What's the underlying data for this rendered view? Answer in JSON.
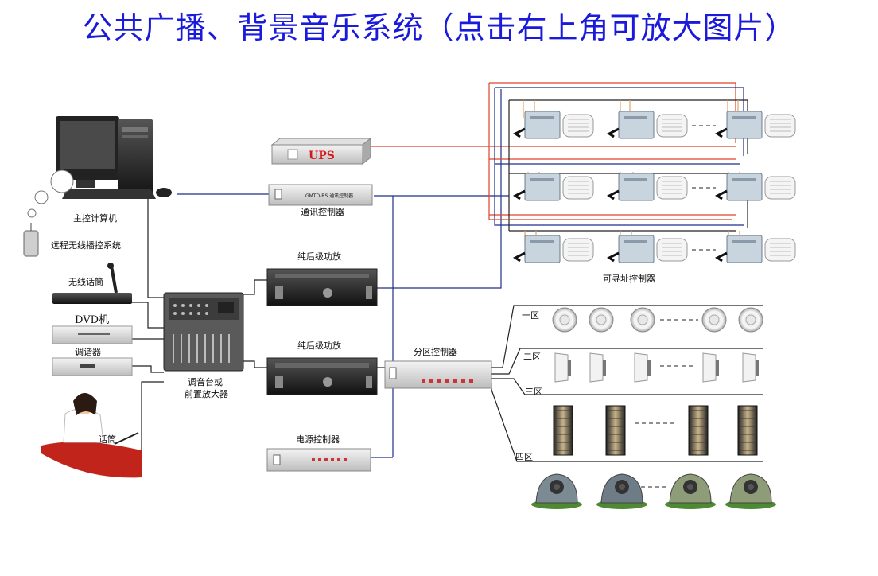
{
  "title": "公共广播、背景音乐系统（点击右上角可放大图片）",
  "labels": {
    "computer": "主控计算机",
    "remote": "远程无线播控系统",
    "wireless_mic": "无线话筒",
    "dvd": "DVD机",
    "tuner": "调谐器",
    "mic": "话筒",
    "mixer": "调音台或\n前置放大器",
    "ups": "UPS",
    "comm_ctrl": "通讯控制器",
    "amp1": "纯后级功放",
    "amp2": "纯后级功放",
    "zone_ctrl": "分区控制器",
    "power_ctrl": "电源控制器",
    "addr_ctrl": "可寻址控制器",
    "zone1": "一区",
    "zone2": "二区",
    "zone3": "三区",
    "zone4": "四区",
    "comm_panel_text": "GMTD-RS 通讯控制器"
  },
  "colors": {
    "title": "#1a1adb",
    "blue_line": "#1e2f8a",
    "red_line": "#e0442a",
    "orange_line": "#e8a060"
  }
}
